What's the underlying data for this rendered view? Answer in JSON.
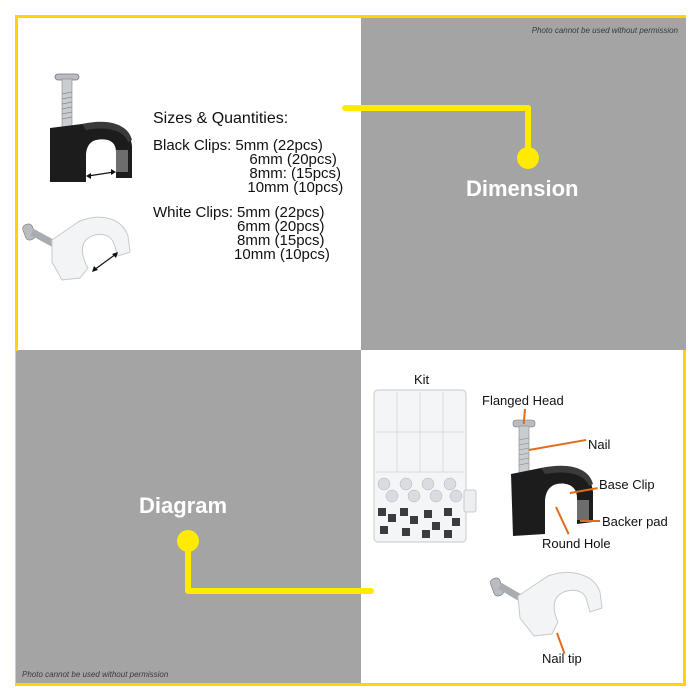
{
  "watermark": "Photo cannot be used without permission",
  "colors": {
    "accent_yellow": "#ffea00",
    "border_yellow": "#ffd400",
    "panel_grey": "#a5a4a5",
    "leader_orange": "#e46a1c"
  },
  "dimension_panel": {
    "title": "Dimension",
    "specs_heading": "Sizes & Quantities:",
    "groups": [
      {
        "label": "Black Clips:",
        "items": [
          "5mm (22pcs)",
          "6mm (20pcs)",
          "8mm: (15pcs)",
          "10mm (10pcs)"
        ]
      },
      {
        "label": "White Clips:",
        "items": [
          "5mm (22pcs)",
          "6mm (20pcs)",
          "8mm (15pcs)",
          "10mm (10pcs)"
        ]
      }
    ]
  },
  "diagram_panel": {
    "title": "Diagram",
    "kit_label": "Kit",
    "callouts": {
      "flanged_head": "Flanged Head",
      "nail": "Nail",
      "base_clip": "Base Clip",
      "backer_pad": "Backer pad",
      "round_hole": "Round Hole",
      "nail_tip": "Nail tip"
    }
  }
}
